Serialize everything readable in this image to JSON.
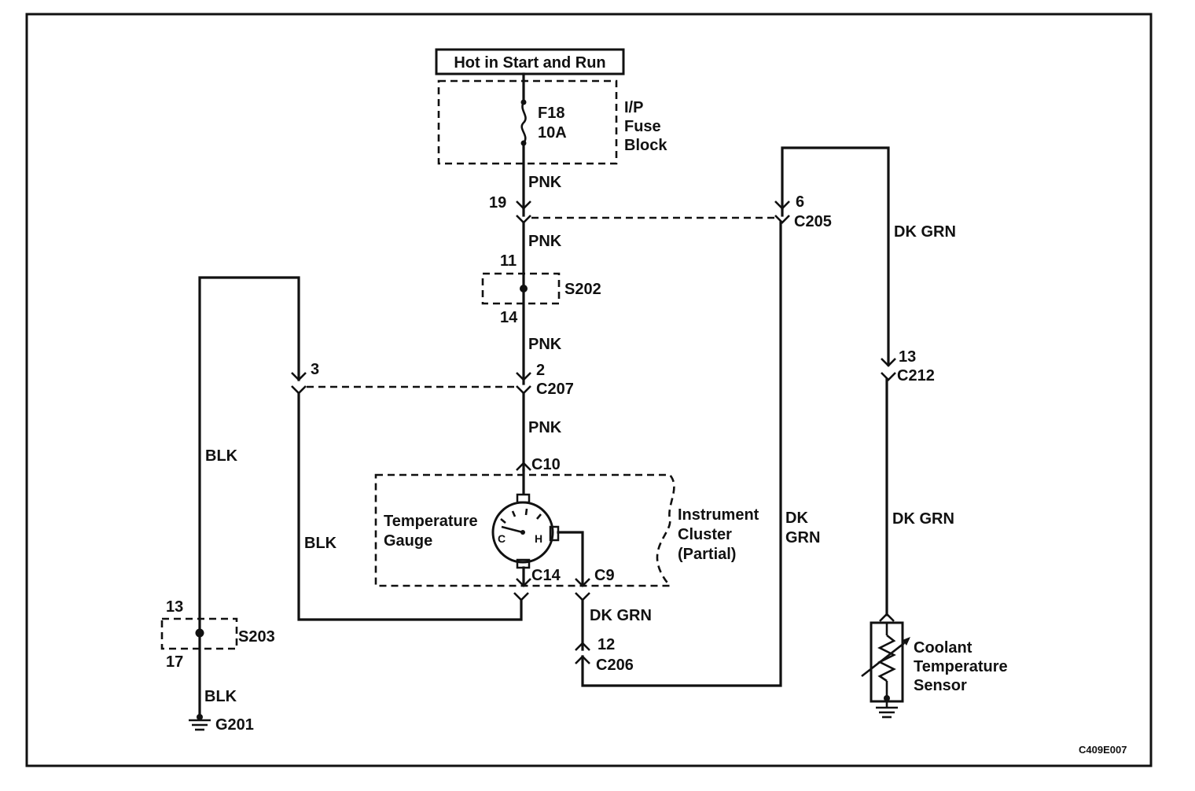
{
  "power": {
    "label": "Hot in Start and Run"
  },
  "fuse": {
    "name": "F18",
    "rating": "10A",
    "block_line1": "I/P",
    "block_line2": "Fuse",
    "block_line3": "Block"
  },
  "wires": {
    "pnk": "PNK",
    "blk": "BLK",
    "dk_grn": "DK GRN",
    "dk": "DK",
    "grn": "GRN"
  },
  "connectors": {
    "c205": {
      "name": "C205",
      "pin_a": "19",
      "pin_b": "6"
    },
    "c207": {
      "name": "C207",
      "pin_a": "2",
      "pin_b": "3"
    },
    "c10": {
      "name": "C10"
    },
    "c14": {
      "name": "C14"
    },
    "c9": {
      "name": "C9"
    },
    "c206": {
      "name": "C206",
      "pin": "12"
    },
    "c212": {
      "name": "C212",
      "pin": "13"
    }
  },
  "splices": {
    "s202": {
      "name": "S202",
      "pin_in": "11",
      "pin_out": "14"
    },
    "s203": {
      "name": "S203",
      "pin_in": "13",
      "pin_out": "17"
    }
  },
  "ground": {
    "name": "G201"
  },
  "gauge": {
    "line1": "Temperature",
    "line2": "Gauge",
    "cold": "C",
    "hot": "H"
  },
  "cluster": {
    "line1": "Instrument",
    "line2": "Cluster",
    "line3": "(Partial)"
  },
  "sensor": {
    "line1": "Coolant",
    "line2": "Temperature",
    "line3": "Sensor"
  },
  "diagram_id": "C409E007"
}
